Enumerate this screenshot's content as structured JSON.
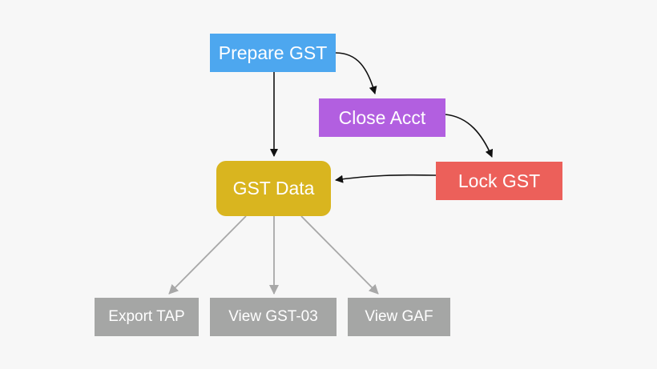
{
  "nodes": {
    "prepare_gst": {
      "label": "Prepare GST",
      "color": "#4da7ef"
    },
    "close_acct": {
      "label": "Close Acct",
      "color": "#b25fe0"
    },
    "lock_gst": {
      "label": "Lock GST",
      "color": "#ec605a"
    },
    "gst_data": {
      "label": "GST Data",
      "color": "#d9b51f"
    },
    "export_tap": {
      "label": "Export TAP",
      "color": "#a5a6a5"
    },
    "view_gst03": {
      "label": "View GST-03",
      "color": "#a5a6a5"
    },
    "view_gaf": {
      "label": "View GAF",
      "color": "#a5a6a5"
    }
  },
  "edges": [
    {
      "from": "prepare_gst",
      "to": "close_acct"
    },
    {
      "from": "close_acct",
      "to": "lock_gst"
    },
    {
      "from": "prepare_gst",
      "to": "gst_data"
    },
    {
      "from": "lock_gst",
      "to": "gst_data"
    },
    {
      "from": "gst_data",
      "to": "export_tap"
    },
    {
      "from": "gst_data",
      "to": "view_gst03"
    },
    {
      "from": "gst_data",
      "to": "view_gaf"
    }
  ],
  "colors": {
    "background": "#f7f7f7",
    "primary_edge": "#111111",
    "secondary_edge": "#a8a8a8"
  }
}
